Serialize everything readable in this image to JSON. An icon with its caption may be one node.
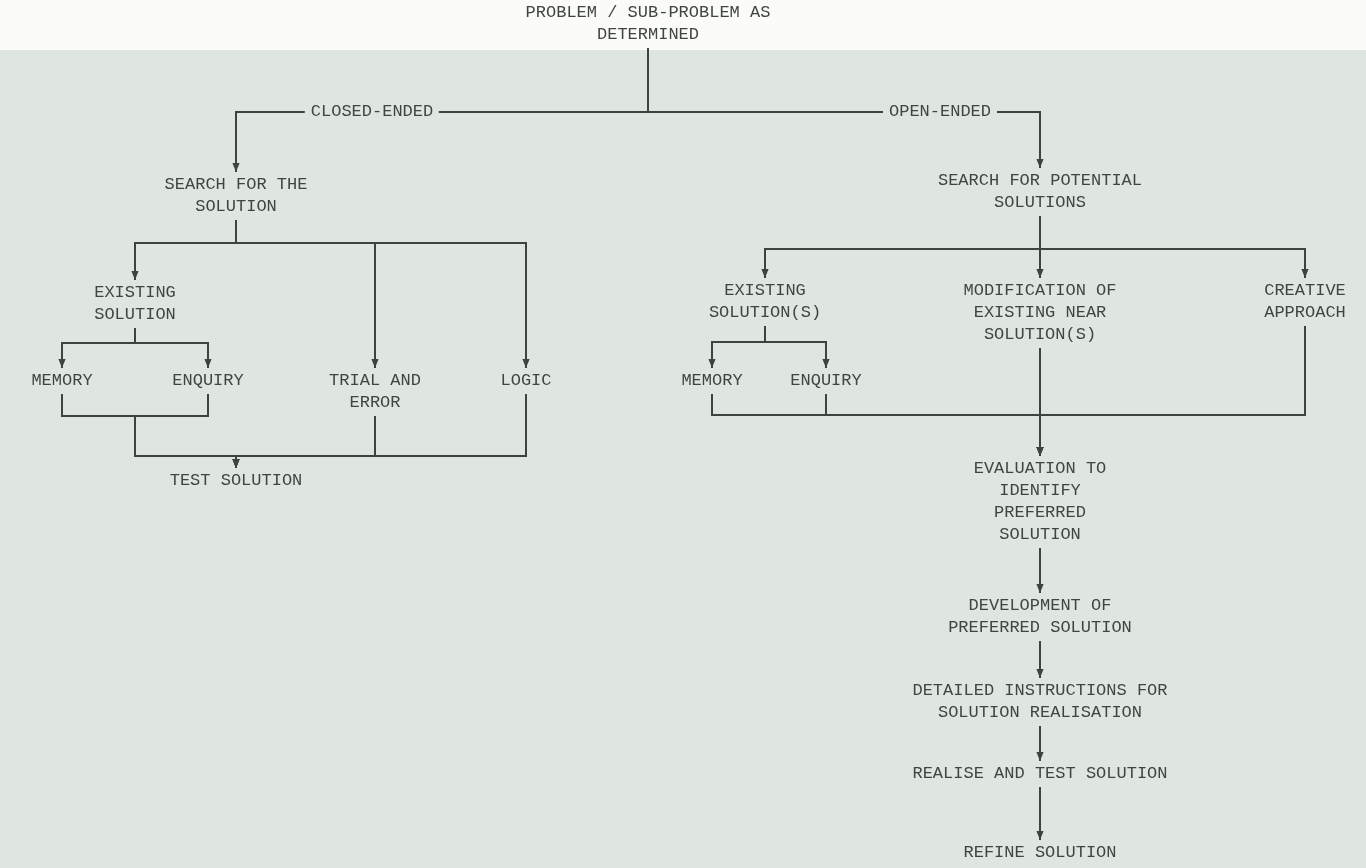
{
  "diagram": {
    "nodes": [
      {
        "text": [
          "PROBLEM / SUB-PROBLEM AS DETERMINED"
        ]
      },
      {
        "text": [
          "SEARCH FOR THE SOLUTION"
        ]
      },
      {
        "text": [
          "SEARCH FOR POTENTIAL SOLUTIONS"
        ]
      },
      {
        "text": [
          "EXISTING SOLUTION"
        ]
      },
      {
        "text": [
          "TRIAL AND ERROR"
        ]
      },
      {
        "text": [
          "LOGIC"
        ]
      },
      {
        "text": [
          "MEMORY"
        ]
      },
      {
        "text": [
          "ENQUIRY"
        ]
      },
      {
        "text": [
          "TEST SOLUTION"
        ]
      },
      {
        "text": [
          "EXISTING SOLUTION(S)"
        ]
      },
      {
        "text": [
          "MODIFICATION OF EXISTING NEAR SOLUTION(S)"
        ]
      },
      {
        "text": [
          "CREATIVE APPROACH"
        ]
      },
      {
        "text": [
          "MEMORY"
        ]
      },
      {
        "text": [
          "ENQUIRY"
        ]
      },
      {
        "text": [
          "EVALUATION TO IDENTIFY PREFERRED SOLUTION"
        ]
      },
      {
        "text": [
          "DEVELOPMENT OF PREFERRED SOLUTION"
        ]
      },
      {
        "text": [
          "DETAILED INSTRUCTIONS FOR SOLUTION REALISATION"
        ]
      },
      {
        "text": [
          "REALISE AND TEST SOLUTION"
        ]
      },
      {
        "text": [
          "REFINE SOLUTION"
        ]
      }
    ],
    "edges": [
      {
        "from": 0,
        "to": 1,
        "arrow": "to",
        "label": "CLOSED-ENDED"
      },
      {
        "from": 0,
        "to": 2,
        "arrow": "to",
        "label": "OPEN-ENDED"
      },
      {
        "from": 1,
        "to": 3,
        "arrow": "to"
      },
      {
        "from": 1,
        "to": 4,
        "arrow": "to"
      },
      {
        "from": 1,
        "to": 5,
        "arrow": "to"
      },
      {
        "from": 3,
        "to": 6,
        "arrow": "to"
      },
      {
        "from": 3,
        "to": 7,
        "arrow": "to"
      },
      {
        "from": 6,
        "to": 8,
        "arrow": "to"
      },
      {
        "from": 7,
        "to": 8,
        "arrow": "to"
      },
      {
        "from": 4,
        "to": 8,
        "arrow": "to"
      },
      {
        "from": 5,
        "to": 8,
        "arrow": "to"
      },
      {
        "from": 2,
        "to": 9,
        "arrow": "to"
      },
      {
        "from": 2,
        "to": 10,
        "arrow": "to"
      },
      {
        "from": 2,
        "to": 11,
        "arrow": "to"
      },
      {
        "from": 9,
        "to": 12,
        "arrow": "to"
      },
      {
        "from": 9,
        "to": 13,
        "arrow": "to"
      },
      {
        "from": 12,
        "to": 14,
        "arrow": "to"
      },
      {
        "from": 13,
        "to": 14,
        "arrow": "to"
      },
      {
        "from": 10,
        "to": 14,
        "arrow": "to"
      },
      {
        "from": 11,
        "to": 14,
        "arrow": "to"
      },
      {
        "from": 14,
        "to": 15,
        "arrow": "to"
      },
      {
        "from": 15,
        "to": 16,
        "arrow": "to"
      },
      {
        "from": 16,
        "to": 17,
        "arrow": "to"
      },
      {
        "from": 17,
        "to": 18,
        "arrow": "to"
      }
    ]
  }
}
